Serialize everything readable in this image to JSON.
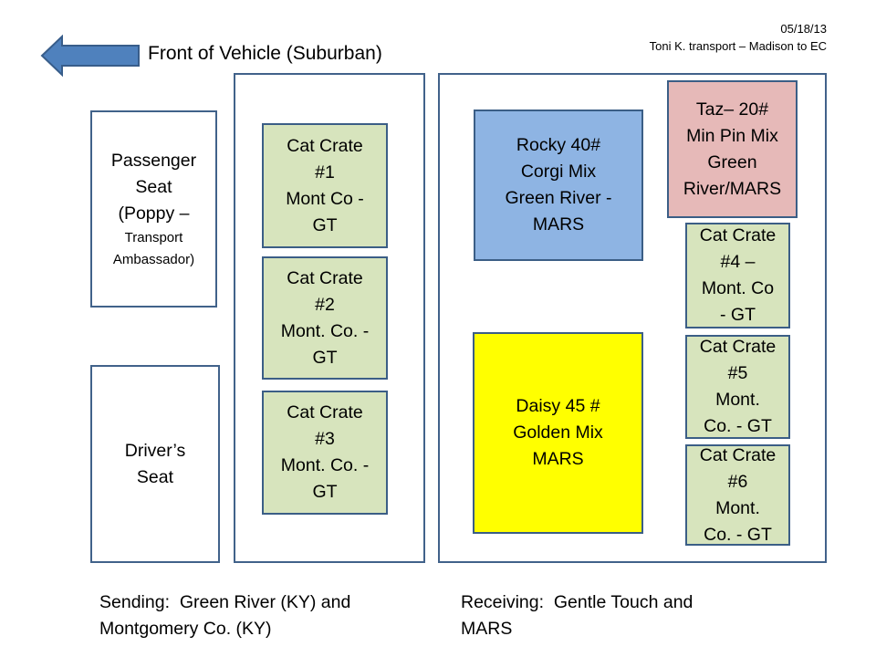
{
  "header": {
    "date": "05/18/13",
    "subtitle": "Toni K. transport – Madison to EC",
    "front_label": "Front of Vehicle (Suburban)"
  },
  "seats": {
    "passenger": [
      "Passenger",
      "Seat",
      "(Poppy –"
    ],
    "passenger_small": [
      "Transport",
      "Ambassador)"
    ],
    "driver": [
      "Driver’s",
      "Seat"
    ]
  },
  "middle_row": [
    [
      "Cat Crate",
      "#1",
      "Mont Co -",
      "GT"
    ],
    [
      "Cat Crate",
      "#2",
      "Mont. Co. -",
      "GT"
    ],
    [
      "Cat Crate",
      "#3",
      "Mont. Co. -",
      "GT"
    ]
  ],
  "back": {
    "rocky": [
      "Rocky 40#",
      "Corgi Mix",
      "Green River -",
      "MARS"
    ],
    "taz": [
      "Taz– 20#",
      "Min Pin Mix",
      "Green",
      "River/MARS"
    ],
    "daisy": [
      "Daisy 45 #",
      "Golden Mix",
      "MARS"
    ],
    "cat4": [
      "Cat Crate",
      "#4 –",
      "Mont. Co",
      "- GT"
    ],
    "cat5": [
      "Cat Crate",
      "#5",
      "Mont.",
      "Co. - GT"
    ],
    "cat6": [
      "Cat Crate",
      "#6",
      "Mont.",
      "Co. - GT"
    ]
  },
  "footer": {
    "sending": [
      "Sending:  Green River (KY) and",
      "Montgomery Co. (KY)"
    ],
    "receiving": [
      "Receiving:  Gentle Touch and",
      "MARS"
    ]
  },
  "colors": {
    "cat_crate": "#d7e4bd",
    "rocky": "#8eb4e3",
    "taz": "#e6b9b8",
    "daisy": "#ffff00",
    "arrow": "#4f81bd",
    "outline": "#41628a"
  }
}
